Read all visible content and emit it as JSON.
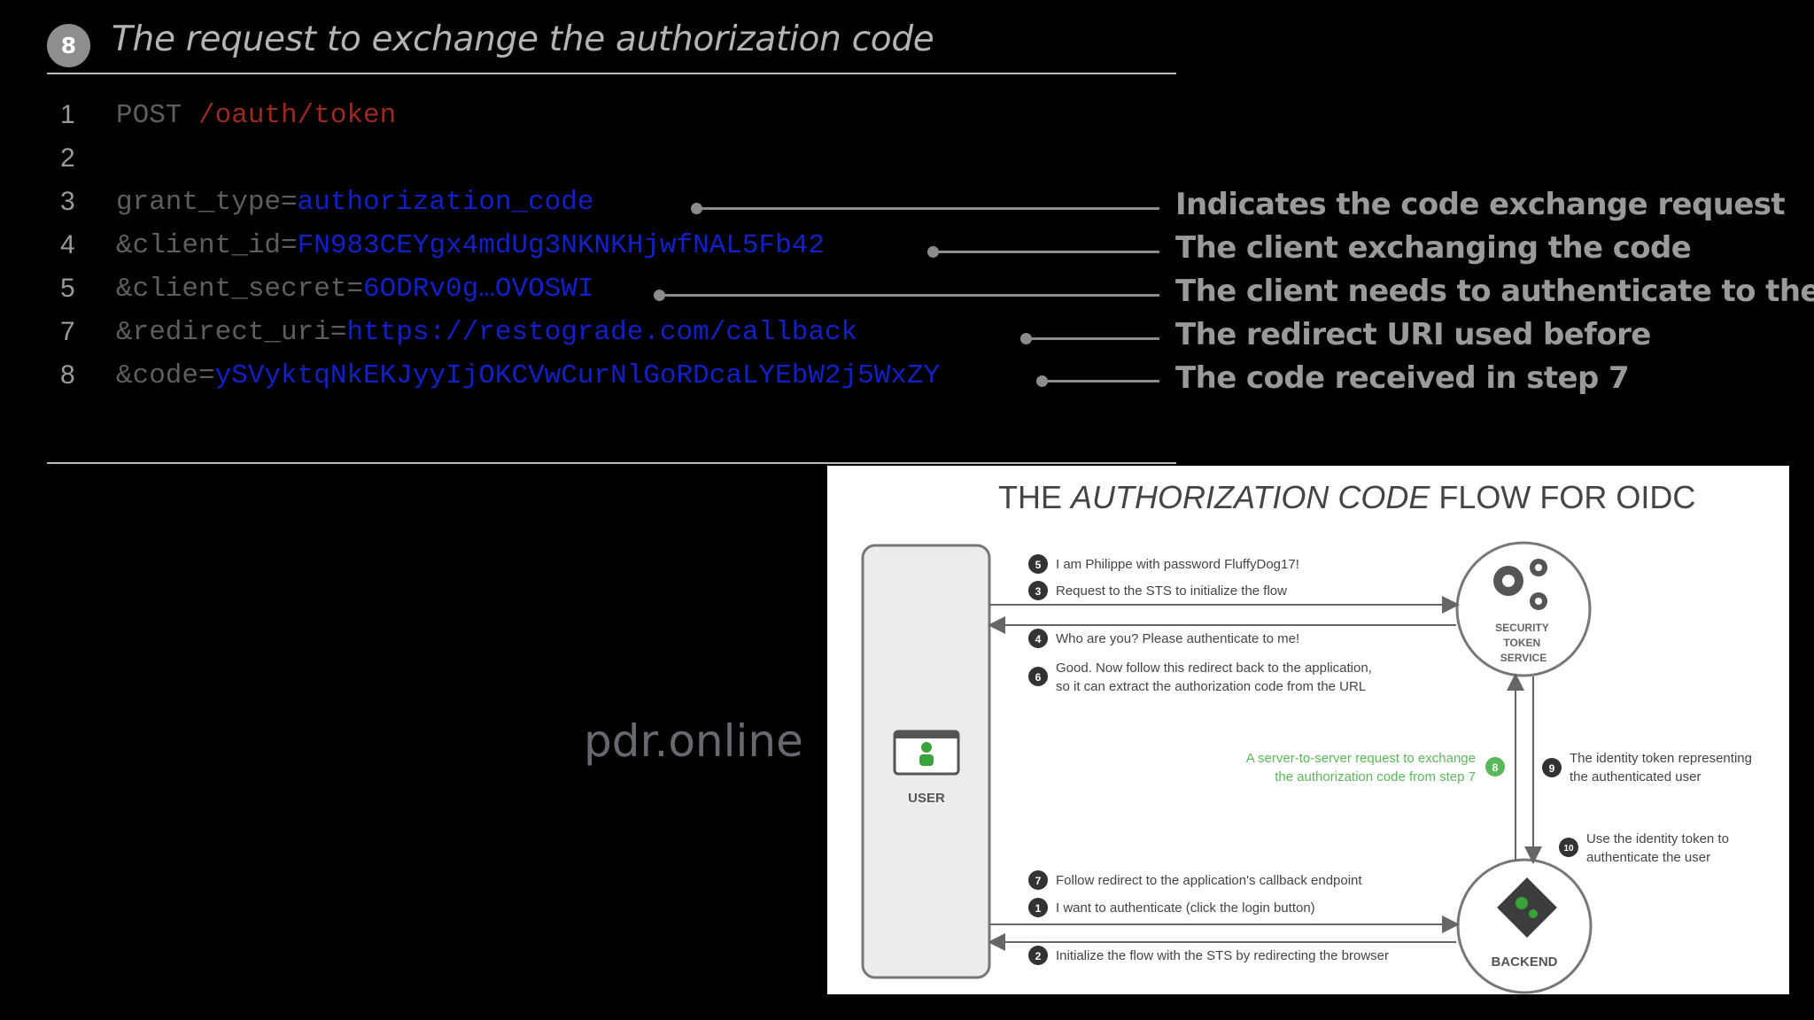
{
  "slide": {
    "step_number": "8",
    "title": "The request to exchange the authorization code"
  },
  "code_lines": [
    {
      "num": "1",
      "parts": [
        {
          "text": "POST ",
          "cls": "kw"
        },
        {
          "text": "/oauth/token",
          "cls": "path"
        }
      ]
    },
    {
      "num": "2",
      "parts": []
    },
    {
      "num": "3",
      "parts": [
        {
          "text": " grant_type=",
          "cls": "kw"
        },
        {
          "text": "authorization_code",
          "cls": "val"
        }
      ]
    },
    {
      "num": "4",
      "parts": [
        {
          "text": "&client_id=",
          "cls": "kw"
        },
        {
          "text": "FN983CEYgx4mdUg3NKNKHjwfNAL5Fb42",
          "cls": "val"
        }
      ]
    },
    {
      "num": "5",
      "parts": [
        {
          "text": "&client_secret=",
          "cls": "kw"
        },
        {
          "text": "6ODRv0g…OVOSWI",
          "cls": "val"
        }
      ]
    },
    {
      "num": "7",
      "parts": [
        {
          "text": "&redirect_uri=",
          "cls": "kw"
        },
        {
          "text": "https://restograde.com/callback",
          "cls": "val"
        }
      ]
    },
    {
      "num": "8",
      "parts": [
        {
          "text": "&code=",
          "cls": "kw"
        },
        {
          "text": "ySVyktqNkEKJyyIjOKCVwCurNlGoRDcaLYEbW2j5WxZY",
          "cls": "val"
        }
      ]
    }
  ],
  "annotations": [
    "Indicates the code exchange request",
    "The client exchanging the code",
    "The client needs to authenticate to the STS",
    "The redirect URI used before",
    "The code received in step 7"
  ],
  "watermark": "pdr.online",
  "diagram": {
    "title_parts": [
      "THE ",
      "AUTHORIZATION CODE",
      " FLOW FOR OIDC"
    ],
    "user_label": "USER",
    "sts_label_lines": [
      "SECURITY",
      "TOKEN",
      "SERVICE"
    ],
    "backend_label": "BACKEND",
    "steps": [
      {
        "n": "5",
        "text": "I am Philippe with password FluffyDog17!"
      },
      {
        "n": "3",
        "text": "Request to the STS to initialize the flow"
      },
      {
        "n": "4",
        "text": "Who are you? Please authenticate to me!"
      },
      {
        "n": "6",
        "text": "Good. Now follow this redirect back to the application,"
      },
      {
        "n": "",
        "text": "so it can extract the authorization code from the URL"
      },
      {
        "n": "8",
        "text": "A server-to-server request to exchange"
      },
      {
        "n": "",
        "text": "the authorization code from step 7"
      },
      {
        "n": "9",
        "text": "The identity token representing"
      },
      {
        "n": "",
        "text": "the authenticated user"
      },
      {
        "n": "10",
        "text": "Use the identity token to"
      },
      {
        "n": "",
        "text": "authenticate the user"
      },
      {
        "n": "7",
        "text": "Follow redirect to the application's callback endpoint"
      },
      {
        "n": "1",
        "text": "I want to authenticate (click the login button)"
      },
      {
        "n": "2",
        "text": "Initialize the flow with the STS by redirecting the browser"
      }
    ]
  }
}
